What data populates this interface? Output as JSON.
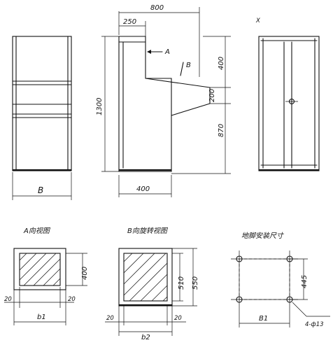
{
  "labels": {
    "view_a_title": "A向视图",
    "view_b_title": "B向旋转视图",
    "foot_title": "地脚安装尺寸",
    "corner_mark": "X"
  },
  "dims": {
    "w800": "800",
    "w250": "250",
    "h400": "400",
    "h1300": "1300",
    "h200": "200",
    "h870": "870",
    "w400": "400",
    "B": "B",
    "arrow_a": "A",
    "arrow_b": "B",
    "a_h400": "400",
    "a_l20": "20",
    "a_r20": "20",
    "a_b1": "b1",
    "b_h510": "510",
    "b_h550": "550",
    "b_l20": "20",
    "b_r20": "20",
    "b_b2": "b2",
    "f_445": "445",
    "f_B1": "B1",
    "f_holes": "4-ф13"
  }
}
